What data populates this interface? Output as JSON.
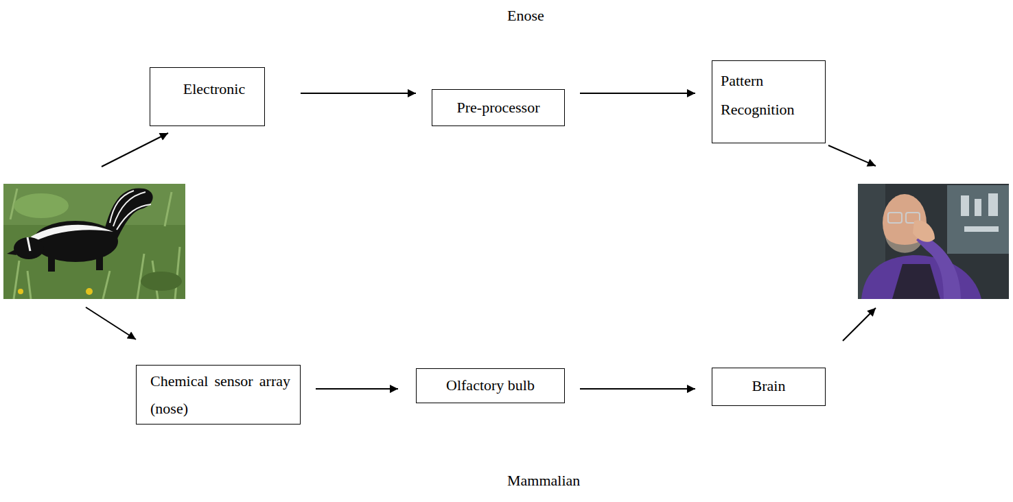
{
  "diagram": {
    "nodes": [
      {
        "text": [
          "Electronic"
        ]
      },
      {
        "text": [
          "Pre-processor"
        ]
      },
      {
        "text": [
          "Pattern Recognition"
        ]
      },
      {
        "text": [
          "Chemical sensor array (nose)"
        ]
      },
      {
        "text": [
          "Olfactory bulb"
        ]
      },
      {
        "text": [
          "Brain"
        ]
      }
    ],
    "edges": [
      {
        "from": 0,
        "to": 1,
        "arrow": "to"
      },
      {
        "from": 1,
        "to": 2,
        "arrow": "to"
      },
      {
        "from": 3,
        "to": 4,
        "arrow": "to"
      },
      {
        "from": 4,
        "to": 5,
        "arrow": "to"
      }
    ],
    "labels": [
      "Enose",
      "Mammalian"
    ]
  }
}
